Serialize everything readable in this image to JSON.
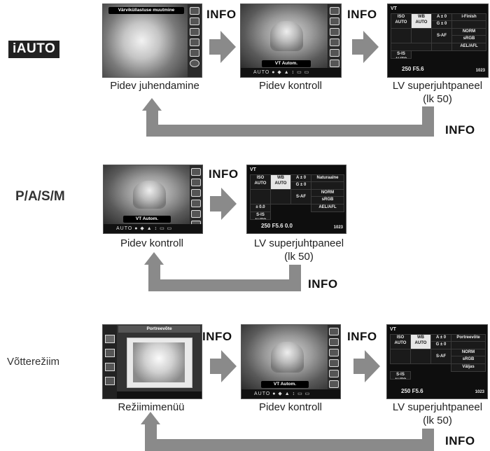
{
  "rows": [
    {
      "mode_label": "iAUTO",
      "info": [
        "INFO",
        "INFO",
        "INFO"
      ],
      "captions": [
        "Pidev juhendamine",
        "Pidev kontroll",
        "LV superjuhtpaneel",
        "(lk 50)"
      ],
      "screen1_banner": "Värviküllastuse muutmine",
      "screen2_banner": "VT Autom.",
      "panel_title": "VT"
    },
    {
      "mode_label": "P/A/S/M",
      "info": [
        "INFO",
        "INFO"
      ],
      "captions": [
        "Pidev kontroll",
        "LV superjuhtpaneel",
        "(lk 50)"
      ],
      "screen2_banner": "VT Autom.",
      "panel_title": "VT"
    },
    {
      "mode_label": "Võtterežiim",
      "info": [
        "INFO",
        "INFO",
        "INFO"
      ],
      "captions": [
        "Režiimimenüü",
        "Pidev kontroll",
        "LV superjuhtpaneel",
        "(lk 50)"
      ],
      "screen1_title": "Portreevõte",
      "screen2_banner": "VT Autom.",
      "panel_title": "VT"
    }
  ],
  "panel_cells": {
    "iso": "ISO AUTO",
    "wb": "WB AUTO",
    "a": "A ± 0",
    "g": "G ± 0",
    "picture_mode_row1": "i-Finish",
    "picture_mode_row2": "Naturaalne",
    "picture_mode_row3": "Portreevõte",
    "saf": "S-AF",
    "srgb": "sRGB",
    "norm": "NORM",
    "aelafl": "AEL/AFL",
    "sis": "S-IS AUTO",
    "exp": "± 0.0",
    "count": "1023",
    "shutter": "250",
    "aperture": "F5.6",
    "exposure": "0.0",
    "valjas": "Väljas"
  },
  "bottom_bar_text": "AUTO  ●  ◆  ▲  ↕  ▭  ▭",
  "colors": {
    "arrow": "#8a8a8a",
    "screen_bg": "#1d1d1d",
    "text": "#222222"
  }
}
